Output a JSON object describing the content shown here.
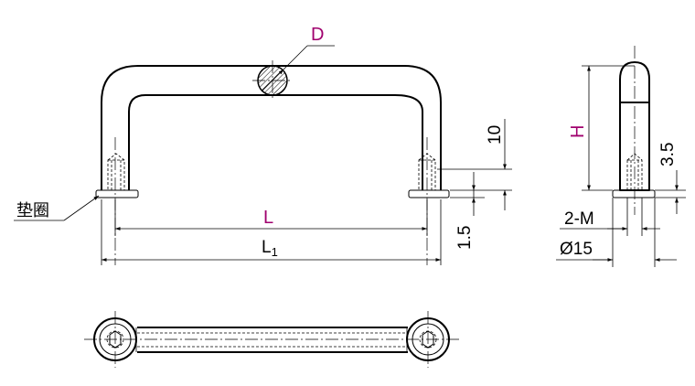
{
  "labels": {
    "D": "D",
    "L": "L",
    "L1_main": "L",
    "L1_sub": "1",
    "H": "H",
    "dim_10": "10",
    "dim_1_5": "1.5",
    "dim_3_5": "3.5",
    "thread": "2-M",
    "diameter": "Ø15",
    "washer": "垫圈"
  },
  "colors": {
    "ink": "#000000",
    "highlight": "#a0006e",
    "background": "#ffffff"
  }
}
